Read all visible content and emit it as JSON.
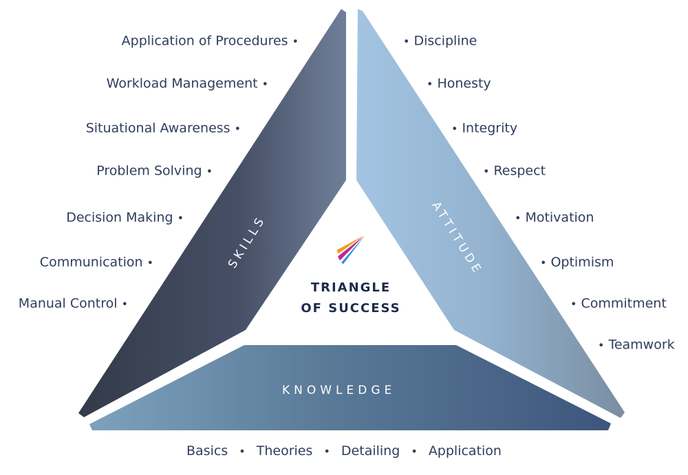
{
  "center": {
    "line1": "TRIANGLE",
    "line2": "OF SUCCESS",
    "logo": "paper-plane-logo"
  },
  "panels": {
    "skills": "SKILLS",
    "attitude": "ATTITUDE",
    "knowledge": "KNOWLEDGE"
  },
  "skills_items": [
    "Application of Procedures",
    "Workload Management",
    "Situational Awareness",
    "Problem Solving",
    "Decision Making",
    "Communication",
    "Manual Control"
  ],
  "attitude_items": [
    "Discipline",
    "Honesty",
    "Integrity",
    "Respect",
    "Motivation",
    "Optimism",
    "Commitment",
    "Teamwork"
  ],
  "knowledge_items": [
    "Basics",
    "Theories",
    "Detailing",
    "Application"
  ],
  "bullet": "•",
  "colors": {
    "text": "#2f3d5c",
    "skills_dark": "#363d4d",
    "attitude_light": "#9dc0de",
    "knowledge_dark": "#3f5a80"
  }
}
